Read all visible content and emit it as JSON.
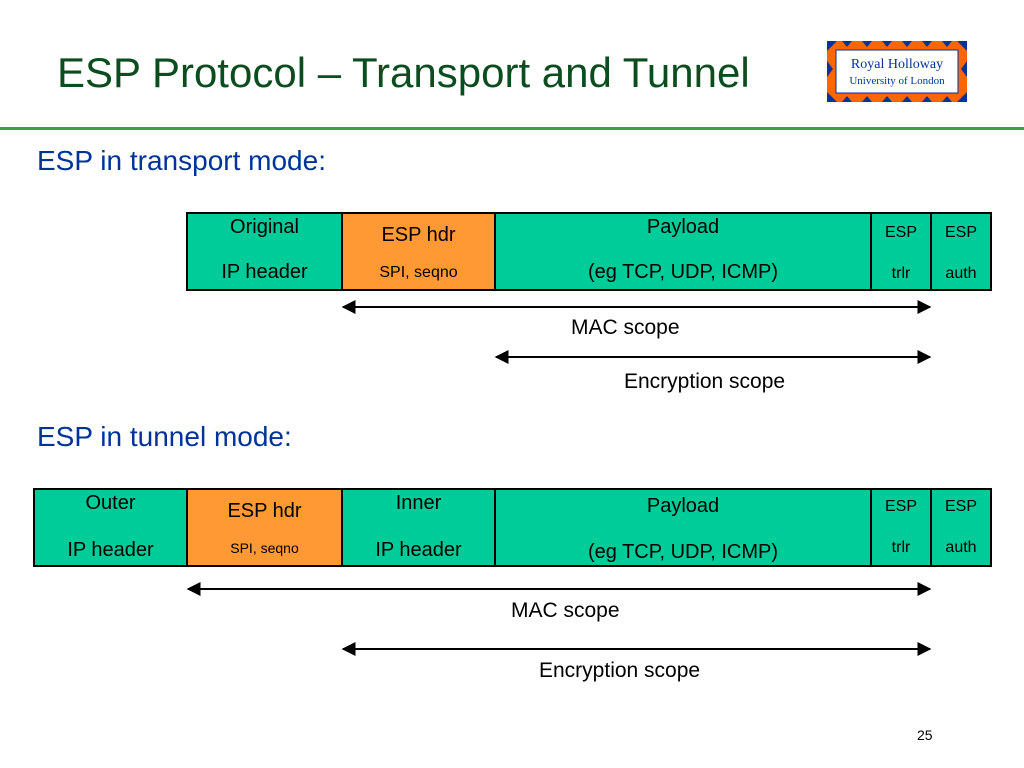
{
  "title": "ESP Protocol – Transport and Tunnel",
  "logo": {
    "line1": "Royal Holloway",
    "line2": "University of London"
  },
  "transport": {
    "heading": "ESP in transport mode:",
    "cells": [
      {
        "line1": "Original",
        "line2": "IP header"
      },
      {
        "line1": "ESP hdr",
        "line2": "SPI, seqno"
      },
      {
        "line1": "Payload",
        "line2": "(eg TCP, UDP, ICMP)"
      },
      {
        "line1": "ESP",
        "line2": "trlr"
      },
      {
        "line1": "ESP",
        "line2": "auth"
      }
    ],
    "mac_scope": "MAC scope",
    "enc_scope": "Encryption scope"
  },
  "tunnel": {
    "heading": "ESP in tunnel mode:",
    "cells": [
      {
        "line1": "Outer",
        "line2": "IP header"
      },
      {
        "line1": "ESP hdr",
        "line2": "SPI, seqno"
      },
      {
        "line1": "Inner",
        "line2": "IP header"
      },
      {
        "line1": "Payload",
        "line2": "(eg TCP, UDP, ICMP)"
      },
      {
        "line1": "ESP",
        "line2": "trlr"
      },
      {
        "line1": "ESP",
        "line2": "auth"
      }
    ],
    "mac_scope": "MAC scope",
    "enc_scope": "Encryption scope"
  },
  "page_number": "25",
  "colors": {
    "title": "#0b4d1e",
    "heading": "#003399",
    "rule": "#3aa63a",
    "green_field": "#00cc99",
    "orange_field": "#ff9933"
  }
}
